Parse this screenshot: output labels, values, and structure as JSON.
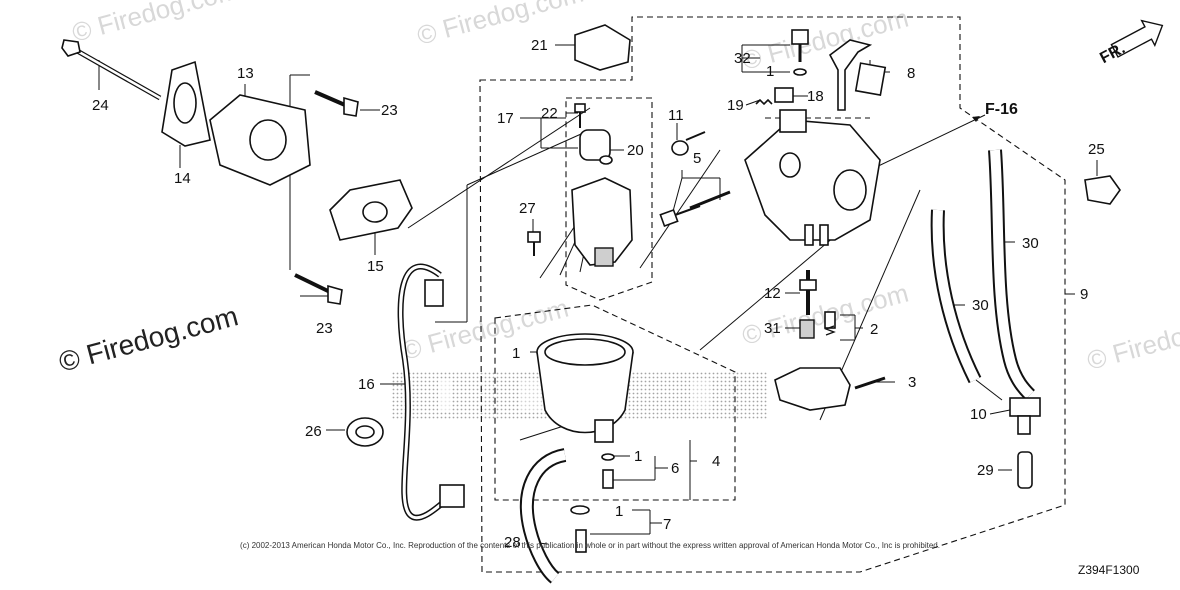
{
  "watermarks": [
    "© Firedog.com",
    "© Firedog.com",
    "© Firedog.com",
    "© Firedog.com",
    "© Firedog.com",
    "© Firedog.com",
    "© Firedog.com"
  ],
  "direction_label": "FR.",
  "reference_label": "F-16",
  "callouts": [
    "1",
    "1",
    "1",
    "1",
    "1",
    "2",
    "3",
    "4",
    "5",
    "6",
    "7",
    "8",
    "9",
    "10",
    "11",
    "12",
    "13",
    "14",
    "15",
    "16",
    "17",
    "18",
    "19",
    "20",
    "21",
    "22",
    "23",
    "23",
    "24",
    "25",
    "26",
    "27",
    "28",
    "29",
    "30",
    "30",
    "31",
    "32"
  ],
  "copyright": "(c) 2002-2013 American Honda Motor Co., Inc. Reproduction of the contents of this publication in whole or in part without the express written approval of American Honda Motor Co., Inc is prohibited.",
  "diagram_code": "Z394F1300",
  "colors": {
    "line": "#111111",
    "watermark": "#d8d8d8",
    "shade": "#cfcfcf"
  }
}
